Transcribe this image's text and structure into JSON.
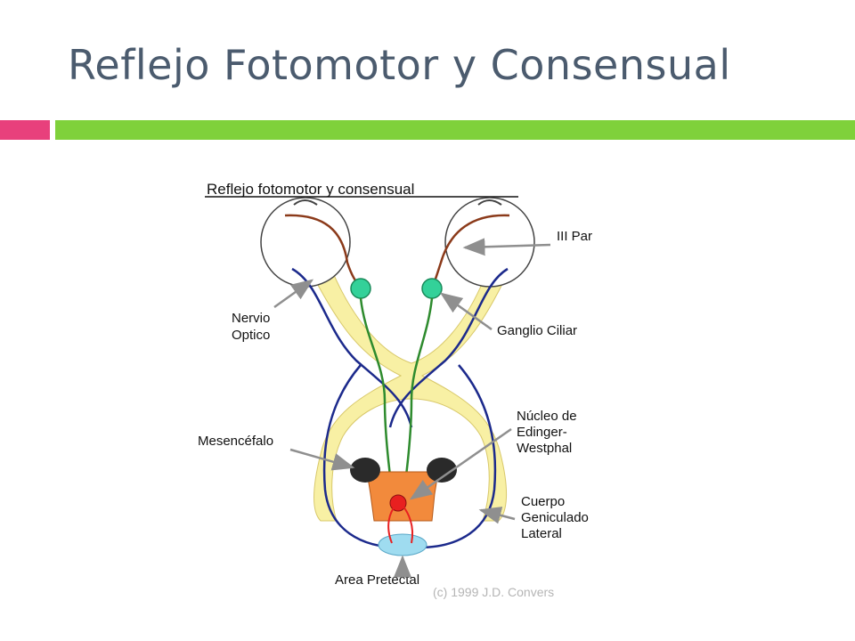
{
  "slide": {
    "title": "Reflejo Fotomotor y Consensual"
  },
  "colors": {
    "title_text": "#4b5b6e",
    "accent_pink": "#e8407c",
    "accent_green": "#7fd13b",
    "optic_path_fill": "#f8f0a4",
    "optic_path_stroke": "#1c2a8c",
    "motor_nerve": "#8b3a1a",
    "preganglionic": "#2e8b2e",
    "ganglion": "#33d199",
    "midbrain": "#f28a3c",
    "pretectal": "#9fdcf0",
    "afferent_red": "#e82020"
  },
  "diagram": {
    "heading": "Reflejo fotomotor y consensual",
    "labels": {
      "iii_par": "III Par",
      "nervio": "Nervio",
      "optico": "Optico",
      "ganglio_ciliar": "Ganglio Ciliar",
      "nucleo_1": "Núcleo de",
      "nucleo_2": "Edinger-",
      "nucleo_3": "Westphal",
      "mesencefalo": "Mesencéfalo",
      "cuerpo": "Cuerpo",
      "geniculado": "Geniculado",
      "lateral": "Lateral",
      "area_pretectal": "Area Pretectal",
      "copyright": "(c) 1999 J.D. Convers"
    }
  }
}
